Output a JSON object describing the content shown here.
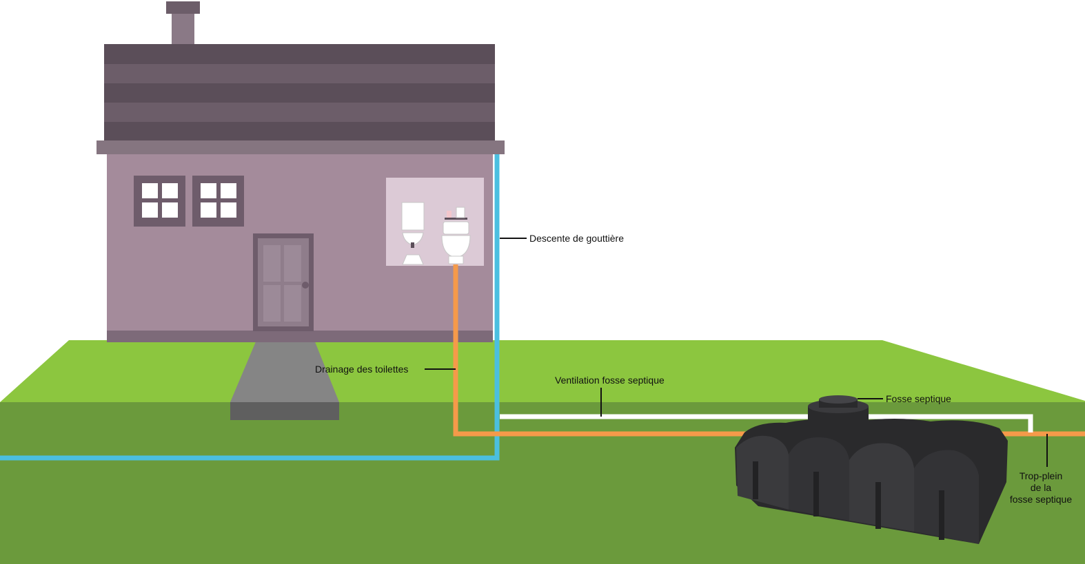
{
  "labels": {
    "gutter": "Descente de gouttière",
    "toilet_drain": "Drainage des toilettes",
    "ventilation": "Ventilation fosse septique",
    "septic_tank": "Fosse septique",
    "overflow_line1": "Trop-plein",
    "overflow_line2": "de la",
    "overflow_line3": "fosse septique"
  },
  "colors": {
    "sky": "#ffffff",
    "lawn_top": "#8cc63f",
    "lawn_side": "#6b9a3c",
    "house_wall": "#a48b9b",
    "roof_dark": "#5b4e59",
    "roof_light": "#6c5d69",
    "roof_eave": "#857580",
    "window_frame": "#6e5c6b",
    "window_pane": "#ffffff",
    "door": "#8f7d8b",
    "bathroom_bg": "#dccad6",
    "path": "#858585",
    "gutter_pipe": "#4bbfe0",
    "drain_pipe": "#f59a4a",
    "vent_pipe": "#ffffff",
    "tank": "#2a2a2c"
  }
}
